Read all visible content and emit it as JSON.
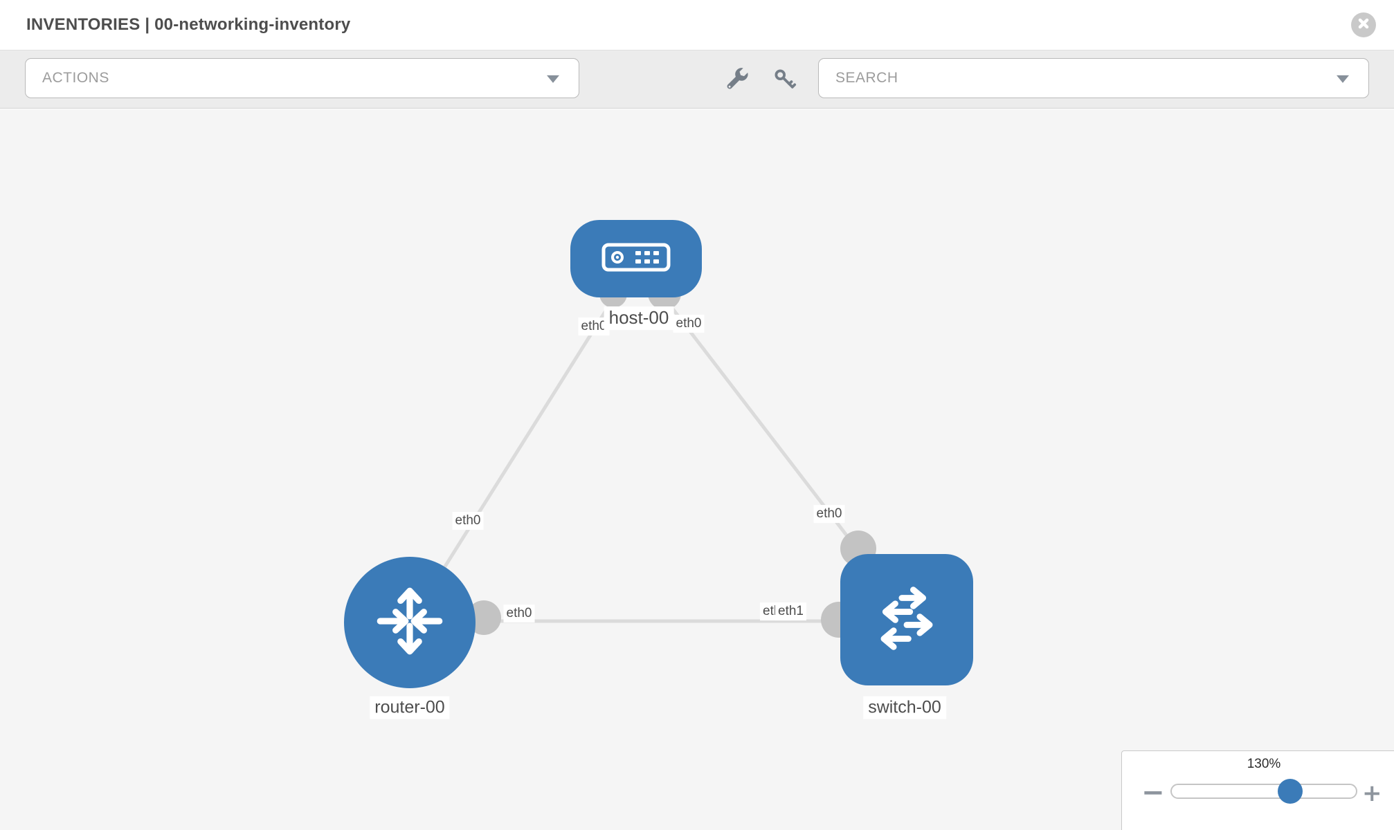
{
  "header": {
    "title": "INVENTORIES | 00-networking-inventory"
  },
  "toolbar": {
    "actions_label": "ACTIONS",
    "search_label": "SEARCH"
  },
  "topology": {
    "nodes": [
      {
        "id": "host-00",
        "type": "host",
        "label": "host-00"
      },
      {
        "id": "router-00",
        "type": "router",
        "label": "router-00"
      },
      {
        "id": "switch-00",
        "type": "switch",
        "label": "switch-00"
      }
    ],
    "links": [
      {
        "from": "host-00",
        "to": "router-00"
      },
      {
        "from": "host-00",
        "to": "switch-00"
      },
      {
        "from": "router-00",
        "to": "switch-00"
      }
    ],
    "interfaces": {
      "host_left": "eth0",
      "host_right": "eth0",
      "host_router_mid": "eth0",
      "host_switch_mid": "eth0",
      "router_side": "eth0",
      "switch_side_back": "eth0",
      "switch_side_front": "eth1"
    }
  },
  "zoom_control": {
    "level": "130%",
    "minus": "−",
    "plus": "+"
  },
  "colors": {
    "node": "#3b7bb8",
    "link": "#dbdbdb",
    "port": "#c3c3c3",
    "accent": "#3b7bb8"
  }
}
